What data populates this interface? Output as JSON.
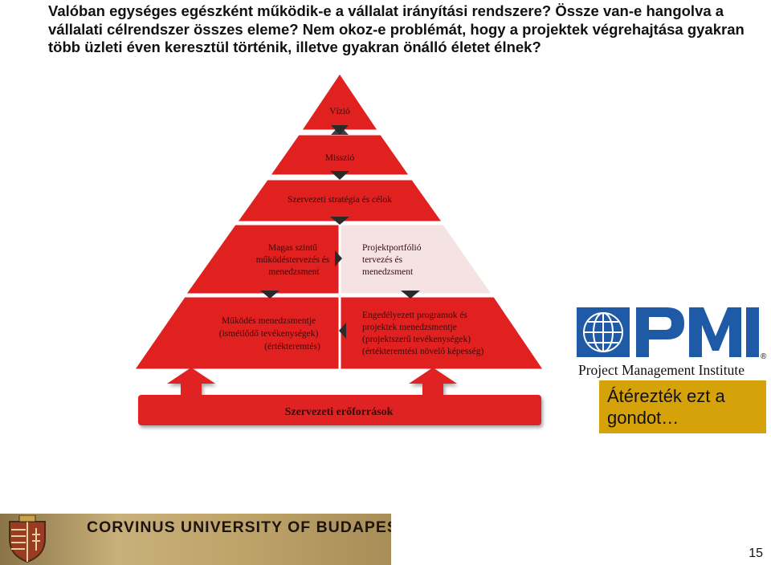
{
  "slide": {
    "question": "Valóban egységes egészként működik-e a vállalat irányítási rendszere? Össze van-e hangolva a vállalati célrendszer összes eleme? Nem okoz-e problémát, hogy a projektek végrehajtása gyakran több üzleti éven keresztül történik, illetve gyakran önálló életet élnek?",
    "page_number": "15"
  },
  "pyramid": {
    "vizio": "Vízió",
    "misszio": "Misszió",
    "strategia": "Szervezeti stratégia és célok",
    "magas_szintu": [
      "Magas szintű",
      "működéstervezés és",
      "menedzsment"
    ],
    "portfolio": [
      "Projektportfólió",
      "tervezés és",
      "menedzsment"
    ],
    "mukodes": [
      "Működés menedzsmentje",
      "(ismétlődő tevékenységek)",
      "(értékteremtés)"
    ],
    "engedelyezett": [
      "Engedélyezett programok és",
      "projektek menedzsmentje",
      "(projektszerű tevékenységek)",
      "(értékteremtési növelő képesség)"
    ],
    "eroforrasok": "Szervezeti erőforrások",
    "colors": {
      "red": "#e12020",
      "pink": "#f5e3e3",
      "dark": "#2a2a2a"
    }
  },
  "pmi": {
    "name": "Project Management Institute",
    "registered": "®",
    "logo_colors": {
      "blue": "#1e5aa6"
    }
  },
  "callout": {
    "text": "Átérezték ezt a gondot…",
    "color": "#d6a20a"
  },
  "banner": {
    "text": "CORVINUS UNIVERSITY OF BUDAPEST"
  }
}
